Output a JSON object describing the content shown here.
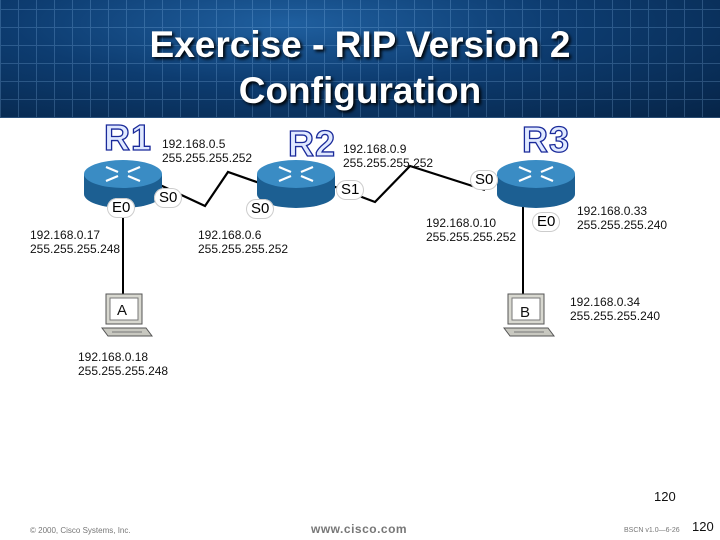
{
  "title": {
    "line1": "Exercise - RIP Version 2",
    "line2": "Configuration"
  },
  "routers": [
    {
      "name": "R1",
      "icon": "router-icon"
    },
    {
      "name": "R2",
      "icon": "router-icon"
    },
    {
      "name": "R3",
      "icon": "router-icon"
    }
  ],
  "ports": {
    "r1_e0": "E0",
    "r1_s0": "S0",
    "r2_s0": "S0",
    "r2_s1": "S1",
    "r3_s0": "S0",
    "r3_e0": "E0"
  },
  "addresses": {
    "r1_s0": {
      "ip": "192.168.0.5",
      "mask": "255.255.255.252"
    },
    "r1_e0": {
      "ip": "192.168.0.17",
      "mask": "255.255.255.248"
    },
    "r2_s0": {
      "ip": "192.168.0.6",
      "mask": "255.255.255.252"
    },
    "r2_s1": {
      "ip": "192.168.0.9",
      "mask": "255.255.255.252"
    },
    "r3_s0": {
      "ip": "192.168.0.10",
      "mask": "255.255.255.252"
    },
    "r3_e0": {
      "ip": "192.168.0.33",
      "mask": "255.255.255.240"
    },
    "host_a": {
      "ip": "192.168.0.18",
      "mask": "255.255.255.248"
    },
    "host_b": {
      "ip": "192.168.0.34",
      "mask": "255.255.255.240"
    }
  },
  "hosts": [
    {
      "name": "A",
      "icon": "workstation-icon"
    },
    {
      "name": "B",
      "icon": "workstation-icon"
    }
  ],
  "footer": {
    "slide_number_center": "120",
    "copyright": "© 2000, Cisco Systems, Inc.",
    "website": "www.cisco.com",
    "course": "BSCN v1.0—6-26",
    "page_number": "120"
  },
  "colors": {
    "header_dark": "#0d3c70",
    "router_blue": "#2f7fb6",
    "router_label": "#1a2a9a"
  }
}
